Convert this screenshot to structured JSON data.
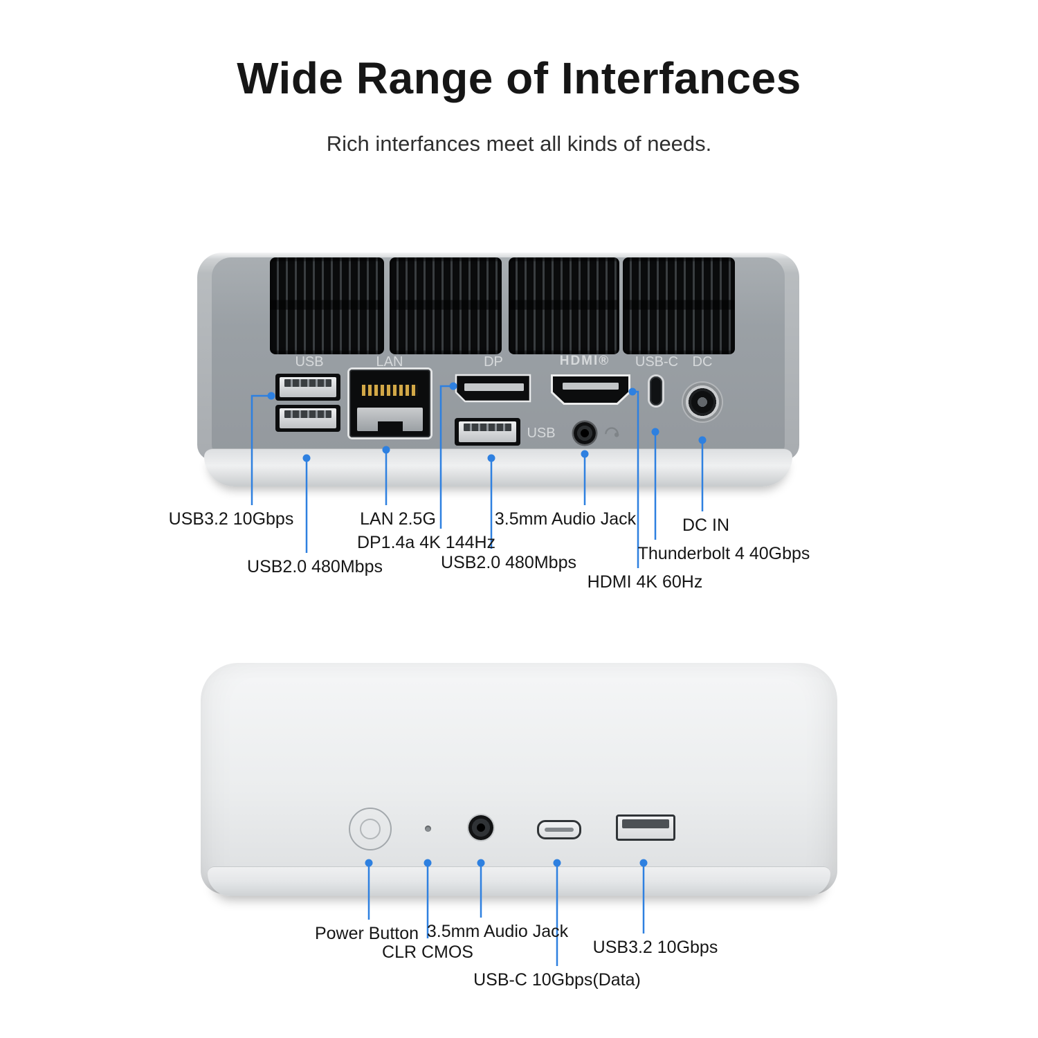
{
  "page": {
    "title": "Wide Range of Interfances",
    "subtitle": "Rich interfances meet all kinds of needs."
  },
  "colors": {
    "accent": "#2E80E0",
    "chassis_gray": "#9aa0a5",
    "vent_black": "#0a0b0c"
  },
  "rear": {
    "port_labels": [
      "USB",
      "LAN",
      "DP",
      "HDMI®",
      "USB-C",
      "DC",
      "USB"
    ],
    "callouts": [
      "USB3.2 10Gbps",
      "USB2.0 480Mbps",
      "LAN 2.5G",
      "DP1.4a 4K 144Hz",
      "USB2.0 480Mbps",
      "3.5mm Audio Jack",
      "HDMI 4K 60Hz",
      "Thunderbolt 4 40Gbps",
      "DC IN"
    ]
  },
  "front": {
    "callouts": [
      "Power Button",
      "CLR CMOS",
      "3.5mm Audio Jack",
      "USB-C 10Gbps(Data)",
      "USB3.2 10Gbps"
    ]
  }
}
